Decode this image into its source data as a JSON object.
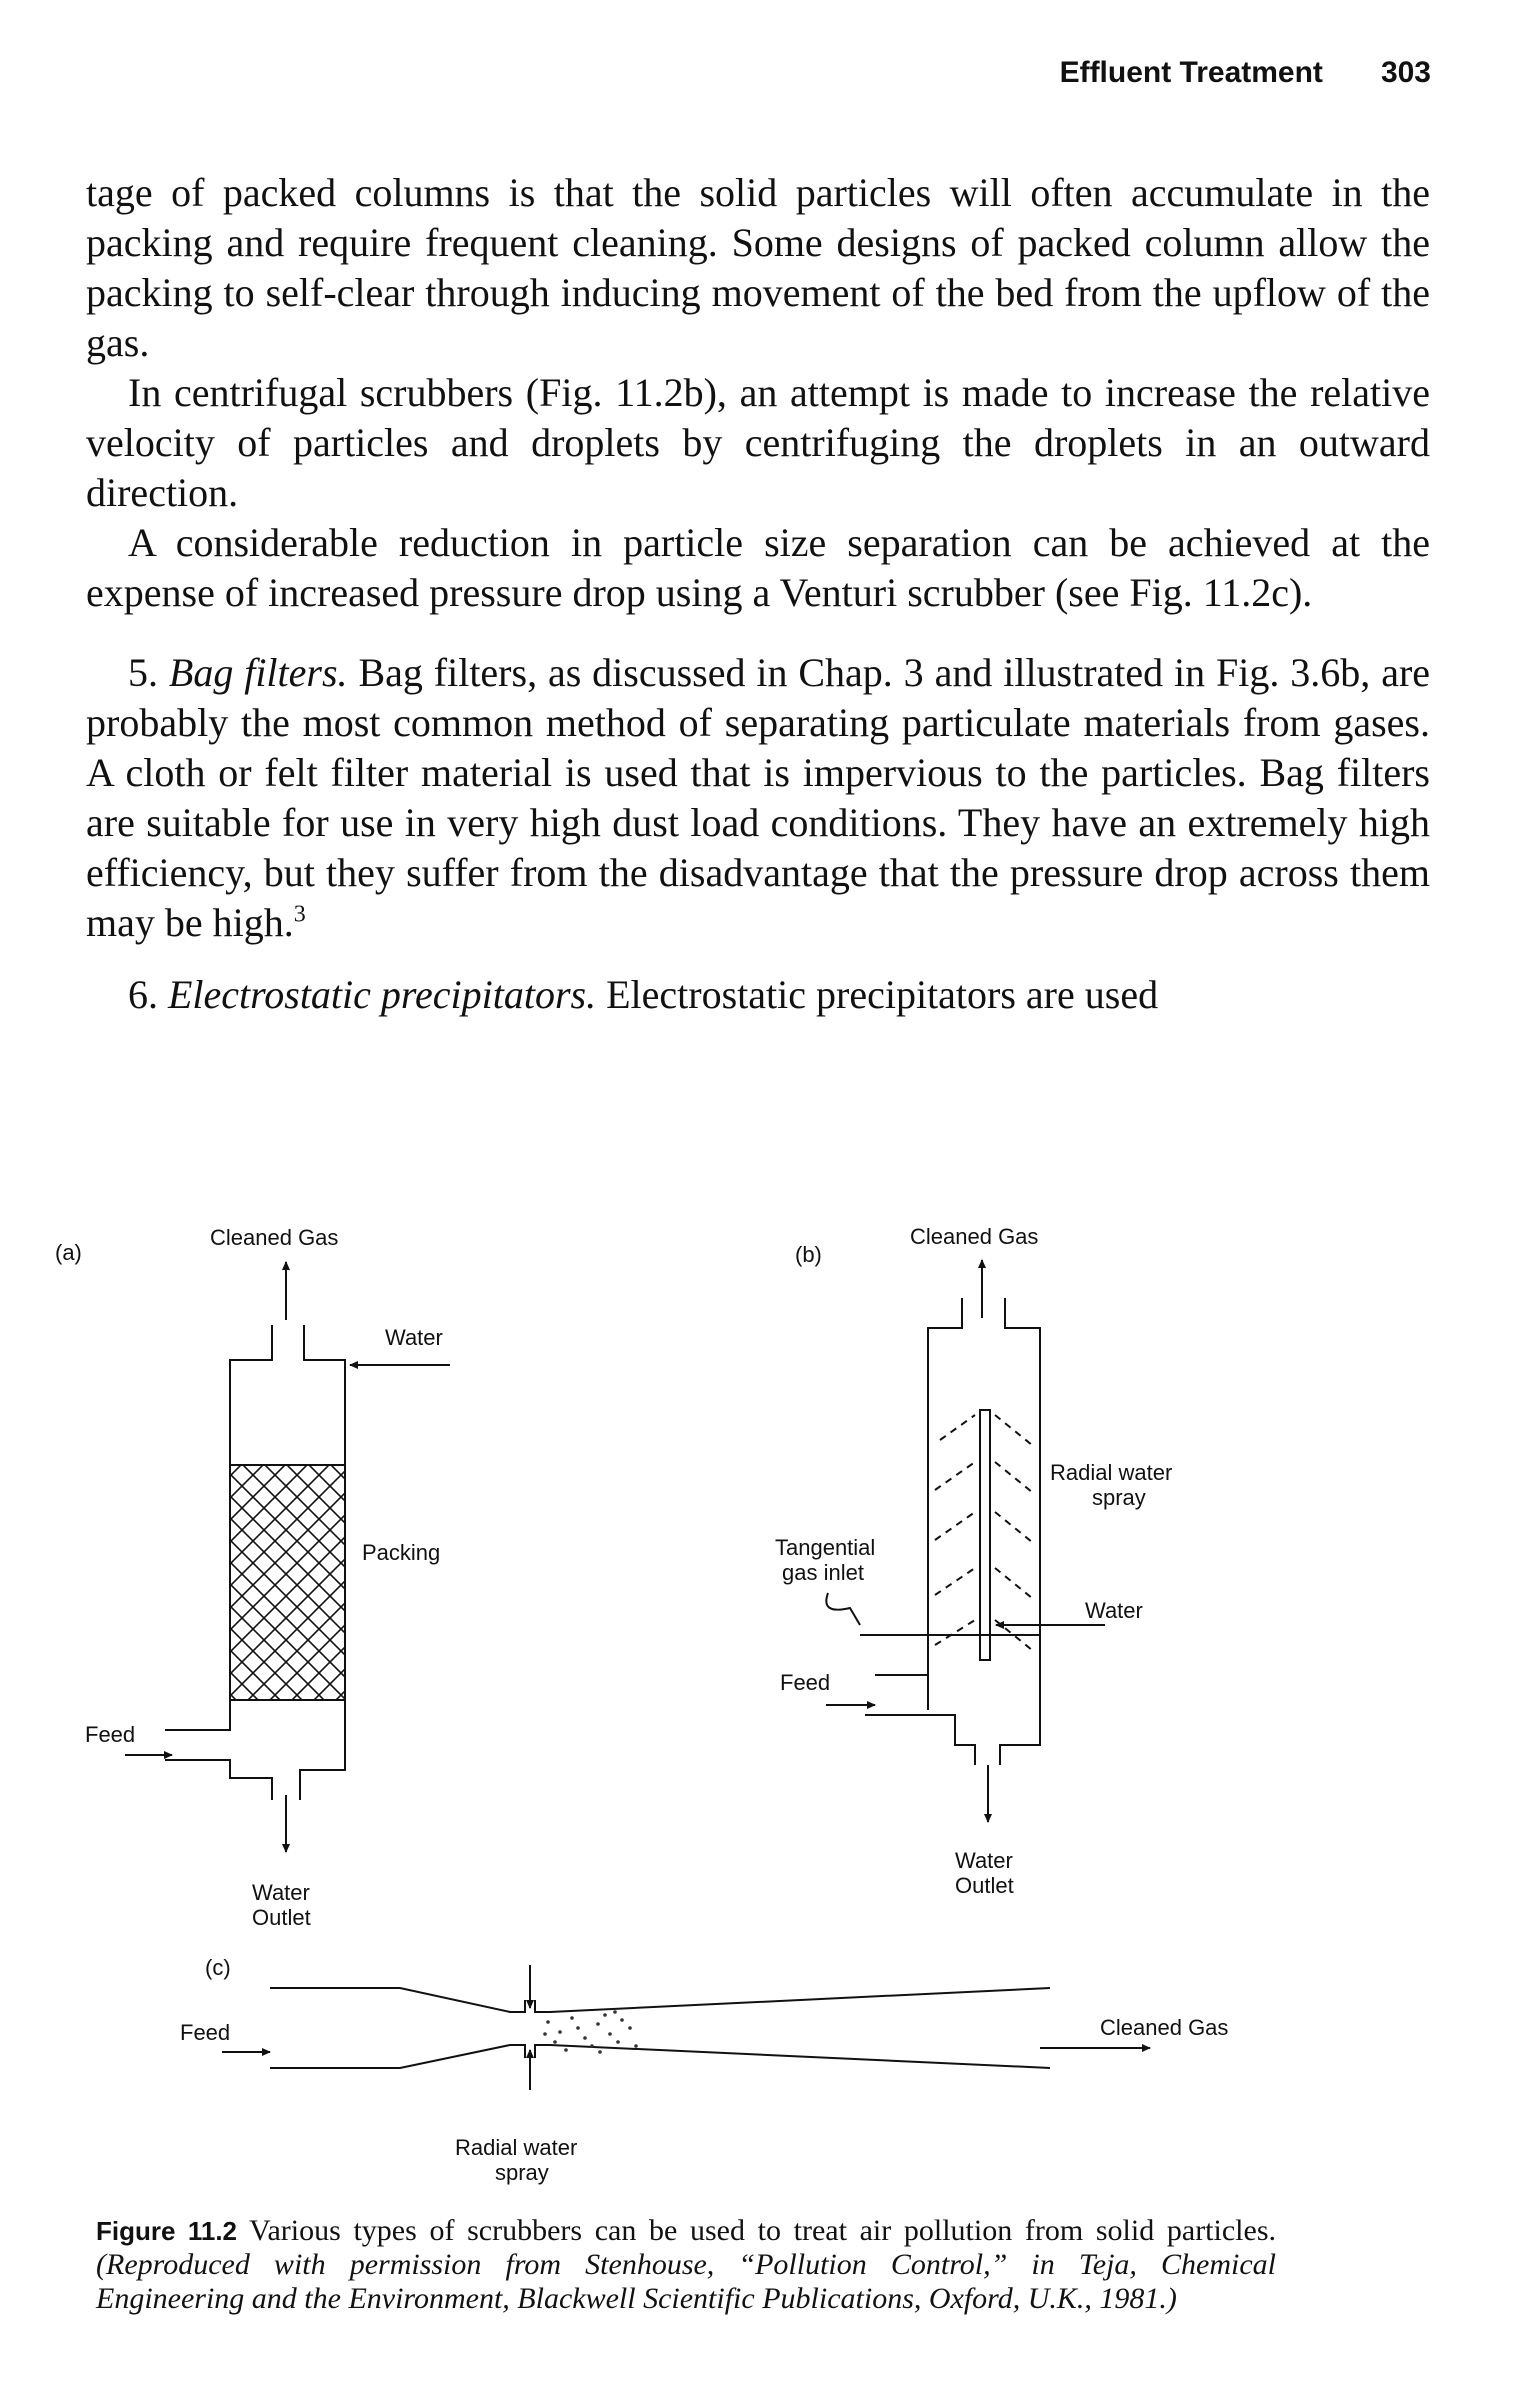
{
  "header": {
    "title": "Effluent Treatment",
    "page_number": "303"
  },
  "paragraphs": {
    "p1": "tage of packed columns is that the solid particles will often accumulate in the packing and require frequent cleaning. Some designs of packed column allow the packing to self-clear through inducing movement of the bed from the upflow of the gas.",
    "p2": "In centrifugal scrubbers (Fig. 11.2b), an attempt is made to increase the relative velocity of particles and droplets by centrifuging the droplets in an outward direction.",
    "p3": "A considerable reduction in particle size separation can be achieved at the expense of increased pressure drop using a Venturi scrubber (see Fig. 11.2c).",
    "p4_number": "5.",
    "p4_title": "Bag filters.",
    "p4_text": "Bag filters, as discussed in Chap. 3 and illustrated in Fig. 3.6b, are probably the most common method of separating particulate materials from gases. A cloth or felt filter material is used that is impervious to the particles. Bag filters are suitable for use in very high dust load conditions. They have an extremely high efficiency, but they suffer from the disadvantage that the pressure drop across them may be high.",
    "p4_sup": "3",
    "p5_number": "6.",
    "p5_title": "Electrostatic precipitators.",
    "p5_text": "Electrostatic precipitators are used"
  },
  "figure": {
    "a": {
      "panel": "(a)",
      "cleaned_gas": "Cleaned Gas",
      "water": "Water",
      "packing": "Packing",
      "feed": "Feed",
      "water_outlet_1": "Water",
      "water_outlet_2": "Outlet"
    },
    "b": {
      "panel": "(b)",
      "cleaned_gas": "Cleaned Gas",
      "radial_1": "Radial water",
      "radial_2": "spray",
      "tangential_1": "Tangential",
      "tangential_2": "gas inlet",
      "water": "Water",
      "feed": "Feed",
      "water_outlet_1": "Water",
      "water_outlet_2": "Outlet"
    },
    "c": {
      "panel": "(c)",
      "feed": "Feed",
      "cleaned_gas": "Cleaned Gas",
      "radial_1": "Radial water",
      "radial_2": "spray"
    }
  },
  "caption": {
    "figno": "Figure 11.2",
    "text": "Various types of scrubbers can be used to treat air pollution from solid particles.",
    "credit": "(Reproduced with permission from Stenhouse, “Pollution Control,” in Teja, Chemical Engineering and the Environment, Blackwell Scientific Publications, Oxford, U.K., 1981.)"
  }
}
